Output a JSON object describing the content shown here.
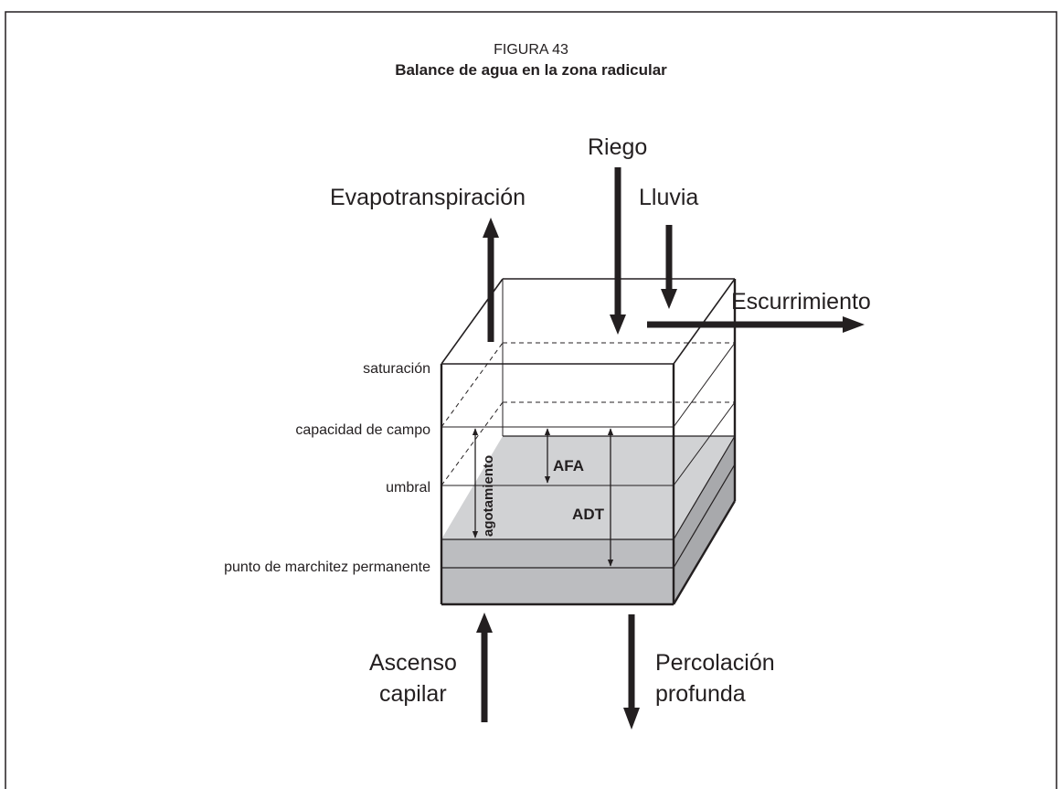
{
  "figure": {
    "number": "FIGURA 43",
    "title": "Balance de agua en la zona radicular"
  },
  "flows": {
    "evapotranspiration": "Evapotranspiración",
    "irrigation": "Riego",
    "rain": "Lluvia",
    "runoff": "Escurrimiento",
    "capillary_rise": [
      "Ascenso",
      "capilar"
    ],
    "deep_percolation": [
      "Percolación",
      "profunda"
    ]
  },
  "levels": {
    "saturation": "saturación",
    "field_capacity": "capacidad de campo",
    "threshold": "umbral",
    "wilting_point": "punto de marchitez permanente"
  },
  "measures": {
    "raw": "AFA",
    "taw": "ADT",
    "depletion": "agotamiento"
  },
  "colors": {
    "stroke": "#231f20",
    "soil_light": "#d1d2d4",
    "soil_mid": "#bcbdc0",
    "soil_side": "#a8a9ac"
  }
}
